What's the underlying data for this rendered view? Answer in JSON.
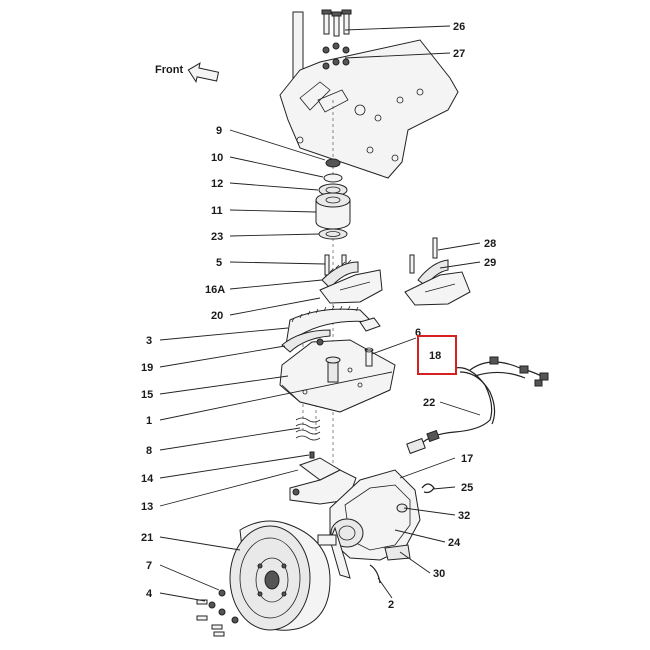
{
  "front_label": "Front",
  "highlight_color": "#d42020",
  "highlighted_callout": "18",
  "callouts": [
    "26",
    "27",
    "9",
    "10",
    "12",
    "11",
    "23",
    "5",
    "16A",
    "20",
    "28",
    "29",
    "3",
    "19",
    "15",
    "6",
    "18",
    "1",
    "22",
    "8",
    "14",
    "13",
    "17",
    "25",
    "32",
    "21",
    "24",
    "7",
    "30",
    "4",
    "2"
  ]
}
